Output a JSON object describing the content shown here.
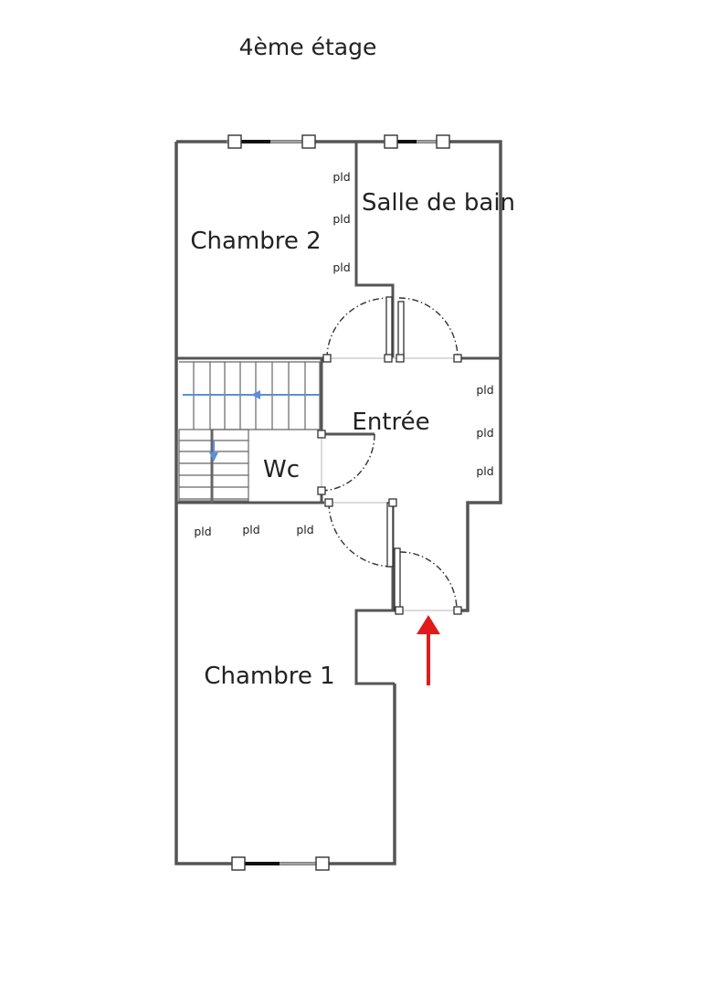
{
  "floor_title": "4ème étage",
  "rooms": {
    "chambre2": "Chambre 2",
    "salle_de_bain": "Salle de bain",
    "entree": "Entrée",
    "wc": "Wc",
    "chambre1": "Chambre 1"
  },
  "closet_label": "pld",
  "colors": {
    "walls": "#555555",
    "entrance_arrow": "#e11b1b",
    "stair_arrow": "#5b8fd6"
  },
  "icons": {
    "entrance": "entrance-arrow-icon",
    "stair_direction": "stair-direction-arrow-icon"
  }
}
